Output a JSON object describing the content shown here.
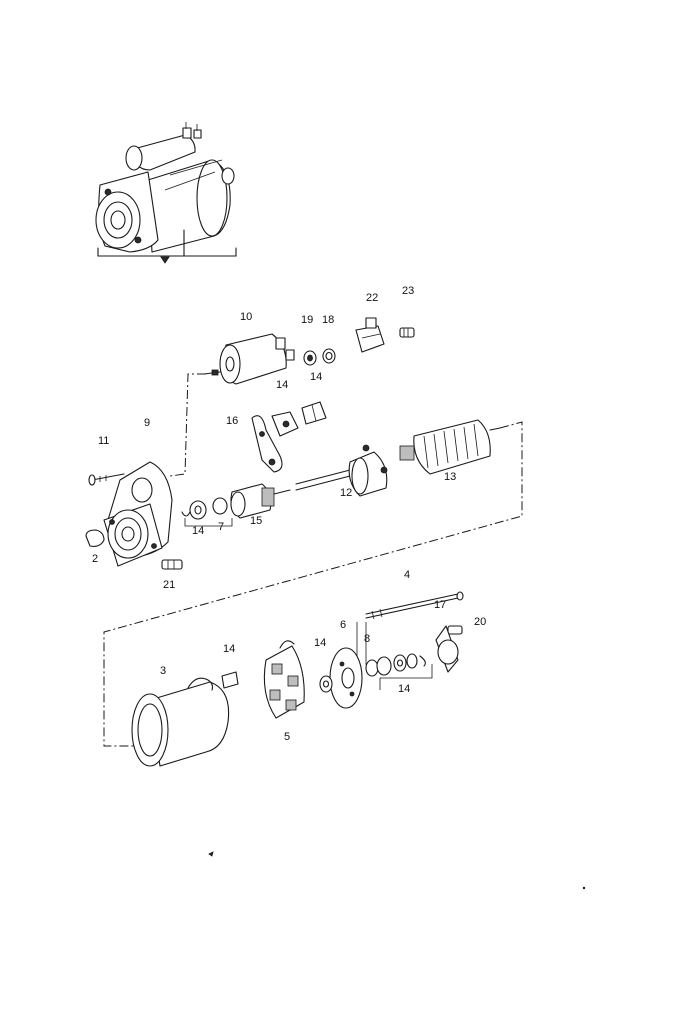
{
  "callouts": [
    {
      "id": "c10",
      "text": "10"
    },
    {
      "id": "c19",
      "text": "19"
    },
    {
      "id": "c18",
      "text": "18"
    },
    {
      "id": "c22",
      "text": "22"
    },
    {
      "id": "c23",
      "text": "23"
    },
    {
      "id": "c14a",
      "text": "14"
    },
    {
      "id": "c14b",
      "text": "14"
    },
    {
      "id": "c16",
      "text": "16"
    },
    {
      "id": "c9",
      "text": "9"
    },
    {
      "id": "c11",
      "text": "11"
    },
    {
      "id": "c13",
      "text": "13"
    },
    {
      "id": "c12",
      "text": "12"
    },
    {
      "id": "c14c",
      "text": "14"
    },
    {
      "id": "c7",
      "text": "7"
    },
    {
      "id": "c15",
      "text": "15"
    },
    {
      "id": "c2",
      "text": "2"
    },
    {
      "id": "c21",
      "text": "21"
    },
    {
      "id": "c4",
      "text": "4"
    },
    {
      "id": "c20",
      "text": "20"
    },
    {
      "id": "c17",
      "text": "17"
    },
    {
      "id": "c6",
      "text": "6"
    },
    {
      "id": "c8",
      "text": "8"
    },
    {
      "id": "c14d",
      "text": "14"
    },
    {
      "id": "c14e",
      "text": "14"
    },
    {
      "id": "c3",
      "text": "3"
    },
    {
      "id": "c14f",
      "text": "14"
    },
    {
      "id": "c5",
      "text": "5"
    }
  ]
}
